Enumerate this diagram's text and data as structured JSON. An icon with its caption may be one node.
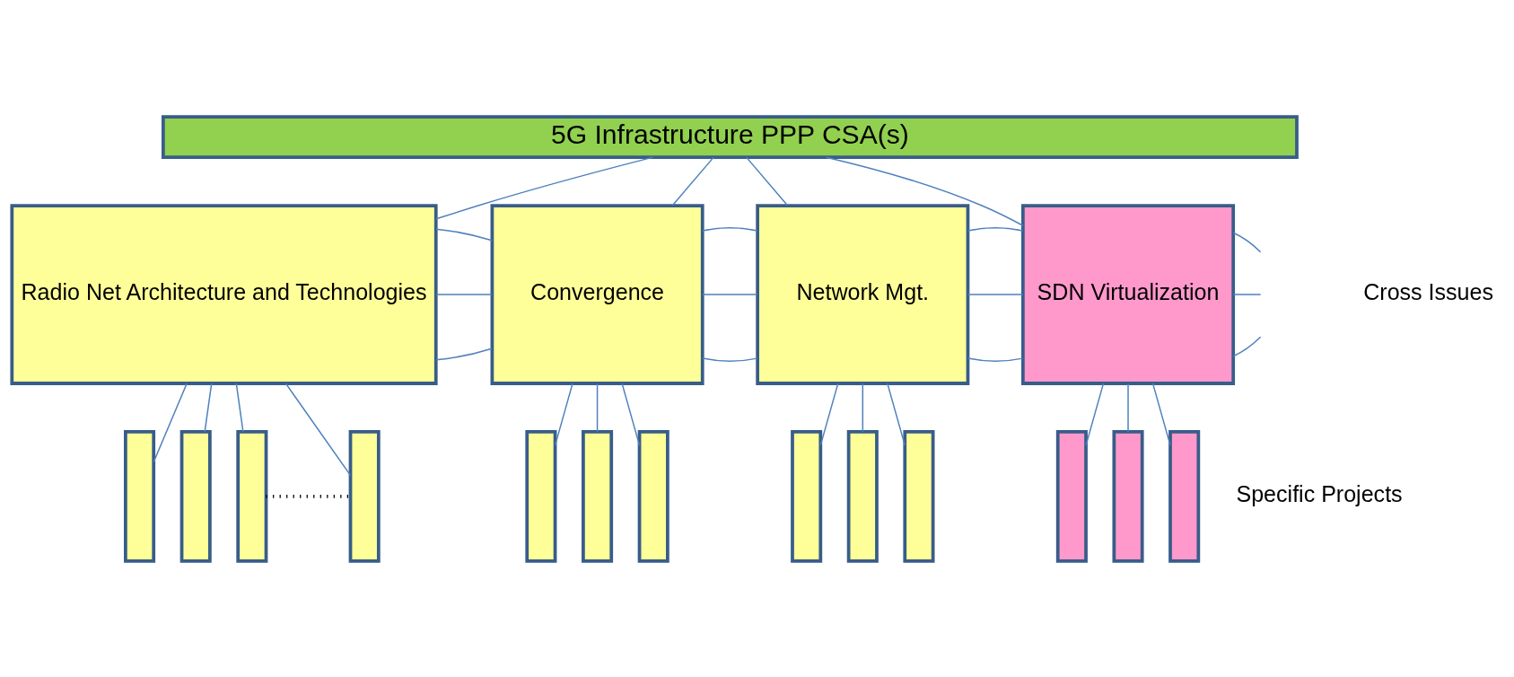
{
  "diagram": {
    "nodes": [
      {
        "text": [
          "5G Infrastructure PPP CSA(s)"
        ]
      },
      {
        "text": [
          "Radio Net Architecture and Technologies"
        ]
      },
      {
        "text": [
          "Convergence"
        ]
      },
      {
        "text": [
          "Network Mgt."
        ]
      },
      {
        "text": [
          "SDN Virtualization"
        ]
      },
      {
        "text": [],
        "shape": "bar"
      },
      {
        "text": [],
        "shape": "bar"
      },
      {
        "text": [],
        "shape": "bar"
      },
      {
        "text": [],
        "shape": "bar"
      },
      {
        "text": [],
        "shape": "bar"
      },
      {
        "text": [],
        "shape": "bar"
      },
      {
        "text": [],
        "shape": "bar"
      },
      {
        "text": [],
        "shape": "bar"
      },
      {
        "text": [],
        "shape": "bar"
      },
      {
        "text": [],
        "shape": "bar"
      },
      {
        "text": [],
        "shape": "bar"
      },
      {
        "text": [],
        "shape": "bar"
      },
      {
        "text": [],
        "shape": "bar"
      }
    ],
    "edges": [
      {
        "from": 0,
        "to": 1,
        "arrow": "none"
      },
      {
        "from": 0,
        "to": 2,
        "arrow": "none"
      },
      {
        "from": 0,
        "to": 3,
        "arrow": "none"
      },
      {
        "from": 0,
        "to": 4,
        "arrow": "none"
      },
      {
        "from": 1,
        "to": 2,
        "arrow": "none"
      },
      {
        "from": 1,
        "to": 2,
        "arrow": "none"
      },
      {
        "from": 1,
        "to": 2,
        "arrow": "none"
      },
      {
        "from": 2,
        "to": 3,
        "arrow": "none"
      },
      {
        "from": 2,
        "to": 3,
        "arrow": "none"
      },
      {
        "from": 2,
        "to": 3,
        "arrow": "none"
      },
      {
        "from": 3,
        "to": 4,
        "arrow": "none"
      },
      {
        "from": 3,
        "to": 4,
        "arrow": "none"
      },
      {
        "from": 3,
        "to": 4,
        "arrow": "none"
      },
      {
        "from": 4,
        "to": null,
        "arrow": "none"
      },
      {
        "from": 4,
        "to": null,
        "arrow": "none"
      },
      {
        "from": 4,
        "to": null,
        "arrow": "none"
      },
      {
        "from": 1,
        "to": 5,
        "arrow": "none"
      },
      {
        "from": 1,
        "to": 6,
        "arrow": "none"
      },
      {
        "from": 1,
        "to": 7,
        "arrow": "none"
      },
      {
        "from": 1,
        "to": 8,
        "arrow": "none"
      },
      {
        "from": 7,
        "to": 8,
        "arrow": "none",
        "style": "dashed",
        "color": "#000000"
      },
      {
        "from": 2,
        "to": 9,
        "arrow": "none"
      },
      {
        "from": 2,
        "to": 10,
        "arrow": "none"
      },
      {
        "from": 2,
        "to": 11,
        "arrow": "none"
      },
      {
        "from": 3,
        "to": 12,
        "arrow": "none"
      },
      {
        "from": 3,
        "to": 13,
        "arrow": "none"
      },
      {
        "from": 3,
        "to": 14,
        "arrow": "none"
      },
      {
        "from": 4,
        "to": 15,
        "arrow": "none"
      },
      {
        "from": 4,
        "to": 16,
        "arrow": "none"
      },
      {
        "from": 4,
        "to": 17,
        "arrow": "none"
      }
    ],
    "labels": [
      "Cross Issues",
      "Specific Projects"
    ]
  }
}
